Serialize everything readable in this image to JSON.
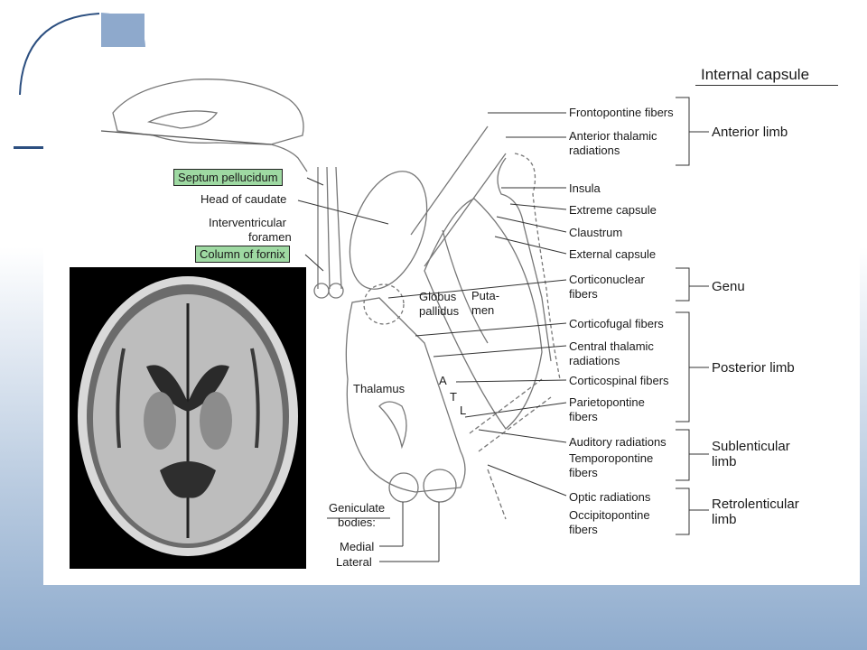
{
  "title": "Internal capsule",
  "highlighted_labels": {
    "septum": "Septum pellucidum",
    "fornix": "Column of fornix"
  },
  "left_labels": {
    "head_caudate": "Head of caudate",
    "interventricular_1": "Interventricular",
    "interventricular_2": "foramen",
    "globus_1": "Globus",
    "globus_2": "pallidus",
    "putamen_1": "Puta-",
    "putamen_2": "men",
    "thalamus": "Thalamus",
    "geniculate_1": "Geniculate",
    "geniculate_2": "bodies:",
    "medial": "Medial",
    "lateral": "Lateral",
    "a": "A",
    "t": "T",
    "l": "L"
  },
  "fiber_labels": [
    "Frontopontine fibers",
    "Anterior thalamic",
    "radiations",
    "Insula",
    "Extreme capsule",
    "Claustrum",
    "External capsule",
    "Corticonuclear",
    "fibers",
    "Corticofugal fibers",
    "Central thalamic",
    "radiations",
    "Corticospinal fibers",
    "Parietopontine",
    "fibers",
    "Auditory radiations",
    "Temporopontine",
    "fibers",
    "Optic radiations",
    "Occipitopontine",
    "fibers"
  ],
  "groups": {
    "anterior": "Anterior limb",
    "genu": "Genu",
    "posterior": "Posterior limb",
    "sublenticular_1": "Sublenticular",
    "sublenticular_2": "limb",
    "retrolenticular_1": "Retrolenticular",
    "retrolenticular_2": "limb"
  },
  "colors": {
    "highlight": "#9ed9a2",
    "logo_blue": "#8ea9cc",
    "logo_line": "#2c4f80",
    "background_bottom": "#8eabcd"
  }
}
